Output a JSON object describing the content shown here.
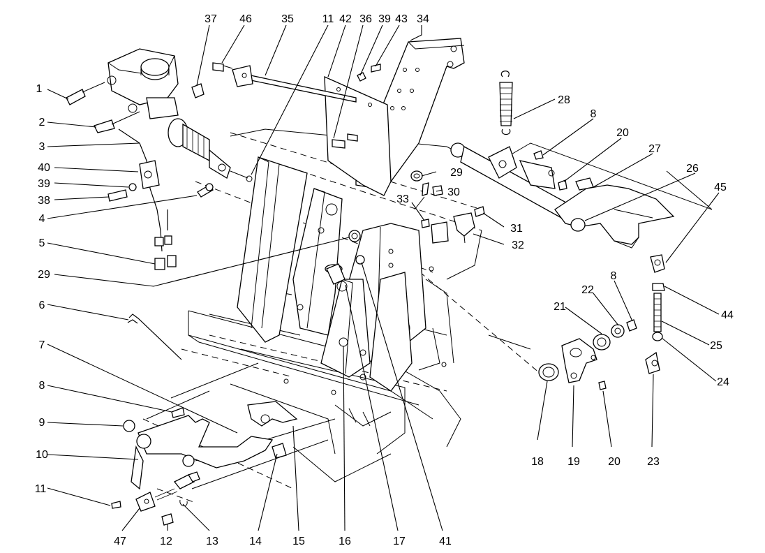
{
  "title": "",
  "callouts": [
    {
      "text": "1"
    },
    {
      "text": "2"
    },
    {
      "text": "3"
    },
    {
      "text": "40"
    },
    {
      "text": "39"
    },
    {
      "text": "38"
    },
    {
      "text": "4"
    },
    {
      "text": "5"
    },
    {
      "text": "29"
    },
    {
      "text": "6"
    },
    {
      "text": "7"
    },
    {
      "text": "8"
    },
    {
      "text": "9"
    },
    {
      "text": "10"
    },
    {
      "text": "11"
    },
    {
      "text": "47"
    },
    {
      "text": "12"
    },
    {
      "text": "13"
    },
    {
      "text": "14"
    },
    {
      "text": "15"
    },
    {
      "text": "16"
    },
    {
      "text": "17"
    },
    {
      "text": "41"
    },
    {
      "text": "37"
    },
    {
      "text": "46"
    },
    {
      "text": "35"
    },
    {
      "text": "11"
    },
    {
      "text": "42"
    },
    {
      "text": "36"
    },
    {
      "text": "39"
    },
    {
      "text": "43"
    },
    {
      "text": "34"
    },
    {
      "text": "28"
    },
    {
      "text": "8"
    },
    {
      "text": "20"
    },
    {
      "text": "27"
    },
    {
      "text": "26"
    },
    {
      "text": "45"
    },
    {
      "text": "29"
    },
    {
      "text": "30"
    },
    {
      "text": "33"
    },
    {
      "text": "31"
    },
    {
      "text": "32"
    },
    {
      "text": "8"
    },
    {
      "text": "22"
    },
    {
      "text": "21"
    },
    {
      "text": "44"
    },
    {
      "text": "25"
    },
    {
      "text": "24"
    },
    {
      "text": "18"
    },
    {
      "text": "19"
    },
    {
      "text": "20"
    },
    {
      "text": "23"
    }
  ]
}
